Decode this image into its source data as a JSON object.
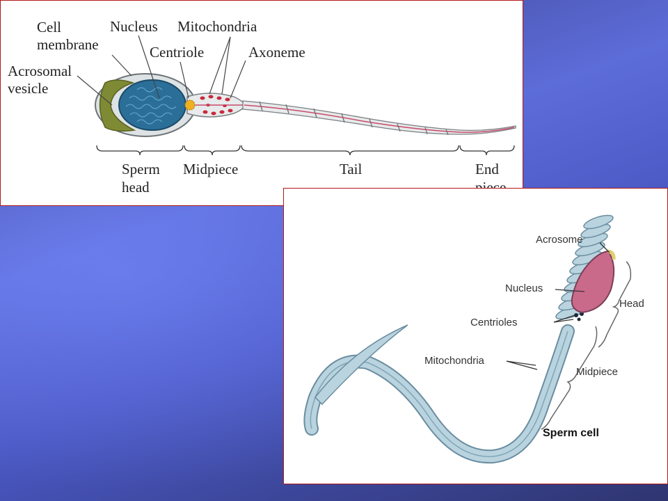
{
  "diagram_top": {
    "labels": {
      "cell_membrane_1": "Cell",
      "cell_membrane_2": "membrane",
      "nucleus": "Nucleus",
      "mitochondria": "Mitochondria",
      "centriole": "Centriole",
      "axoneme": "Axoneme",
      "acrosomal_1": "Acrosomal",
      "acrosomal_2": "vesicle",
      "sperm_head_1": "Sperm",
      "sperm_head_2": "head",
      "midpiece": "Midpiece",
      "tail": "Tail",
      "end_piece_1": "End",
      "end_piece_2": "piece"
    }
  },
  "diagram_bottom": {
    "labels": {
      "acrosome": "Acrosome",
      "nucleus": "Nucleus",
      "head": "Head",
      "centrioles": "Centrioles",
      "mitochondria": "Mitochondria",
      "midpiece": "Midpiece",
      "caption": "Sperm cell"
    }
  },
  "colors": {
    "membrane": "#d9dfe0",
    "acrosome_top": "#7f8a35",
    "nucleus_top": "#2b6f99",
    "mitochondria_top": "#c8283a",
    "centriole": "#f0b020",
    "tail_stripe": "#c84a6a",
    "nucleus_bottom": "#c96a8a",
    "body_bottom": "#b9d3df"
  }
}
